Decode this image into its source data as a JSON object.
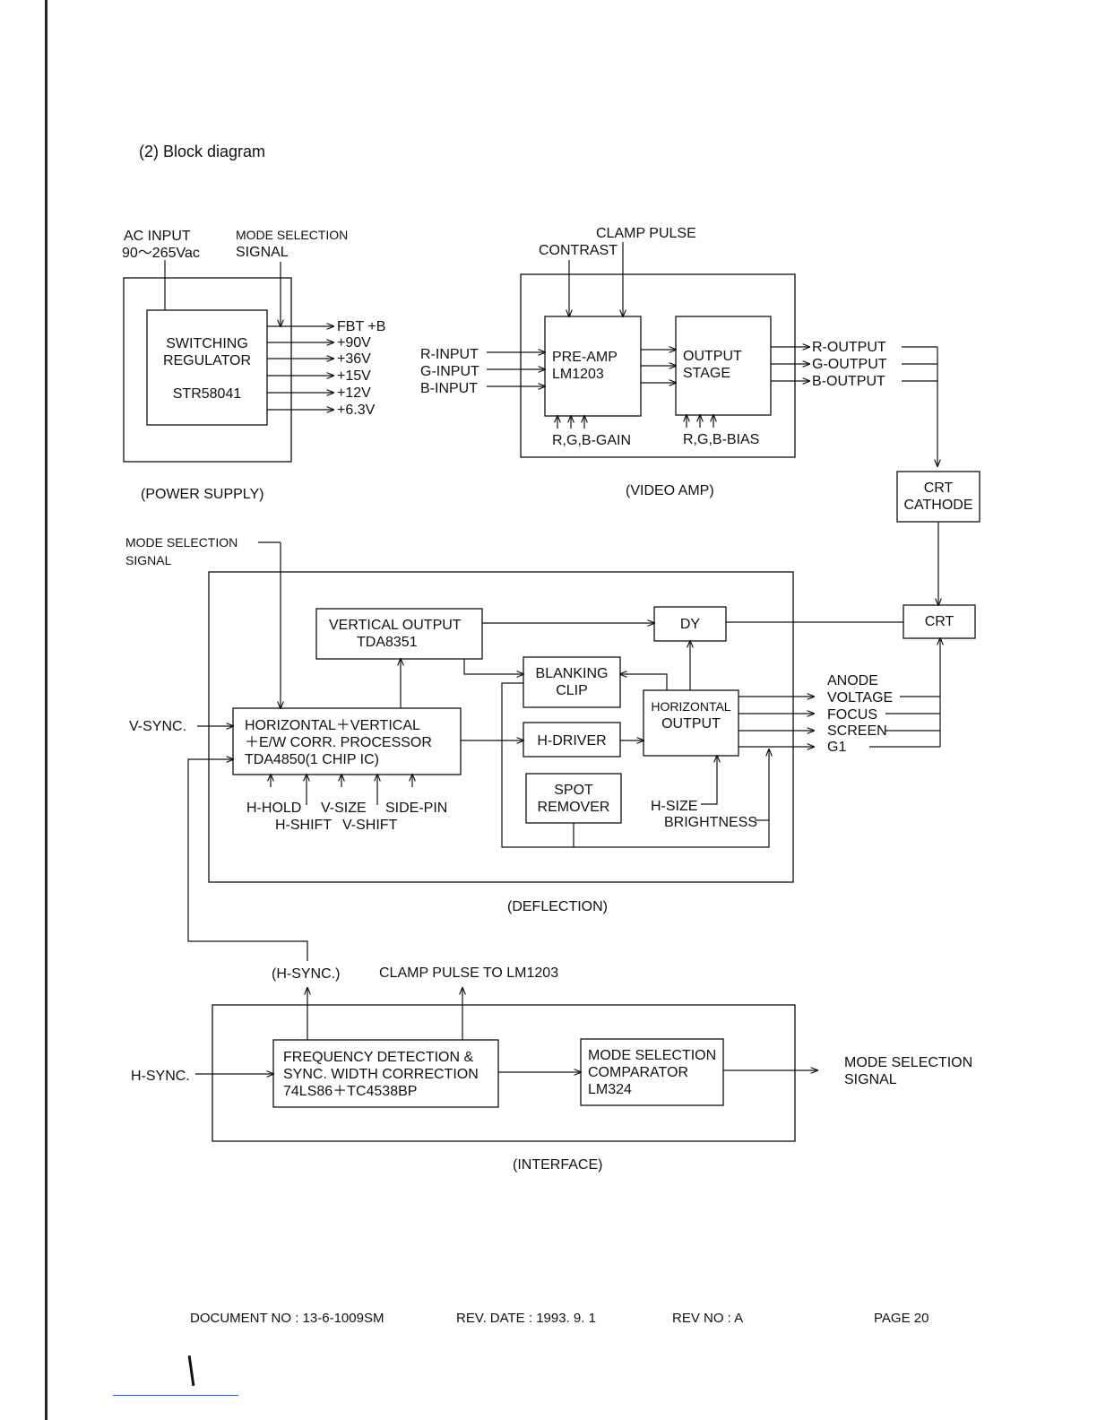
{
  "header": {
    "title": "(2) Block diagram"
  },
  "power_supply": {
    "caption": "(POWER SUPPLY)",
    "ac_input": [
      "AC INPUT",
      "90～265Vac"
    ],
    "mode_signal": [
      "MODE SELECTION",
      "SIGNAL"
    ],
    "regulator": [
      "SWITCHING",
      "REGULATOR",
      "STR58041"
    ],
    "outputs": [
      "FBT +B",
      "+90V",
      "+36V",
      "+15V",
      "+12V",
      "+6.3V"
    ]
  },
  "video_amp": {
    "caption": "(VIDEO AMP)",
    "clamp_pulse": "CLAMP PULSE",
    "contrast": "CONTRAST",
    "inputs": [
      "R-INPUT",
      "G-INPUT",
      "B-INPUT"
    ],
    "preamp": [
      "PRE-AMP",
      "LM1203"
    ],
    "output_stage": [
      "OUTPUT",
      "STAGE"
    ],
    "gain": "R,G,B-GAIN",
    "bias": "R,G,B-BIAS",
    "outputs": [
      "R-OUTPUT",
      "G-OUTPUT",
      "B-OUTPUT"
    ],
    "crt_cathode": [
      "CRT",
      "CATHODE"
    ]
  },
  "deflection": {
    "caption": "(DEFLECTION)",
    "mode_signal": [
      "MODE SELECTION",
      "SIGNAL"
    ],
    "vertical_output": [
      "VERTICAL OUTPUT",
      "TDA8351"
    ],
    "dy": "DY",
    "crt": "CRT",
    "blanking": [
      "BLANKING",
      "CLIP"
    ],
    "horizontal_output": [
      "HORIZONTAL",
      "OUTPUT"
    ],
    "v_sync": "V-SYNC.",
    "processor": [
      "HORIZONTAL＋VERTICAL",
      "＋E/W CORR. PROCESSOR",
      "TDA4850(1 CHIP IC)"
    ],
    "h_driver": "H-DRIVER",
    "spot_remover": [
      "SPOT",
      "REMOVER"
    ],
    "controls_row1": [
      "H-HOLD",
      "V-SIZE",
      "SIDE-PIN"
    ],
    "controls_row2": [
      "H-SHIFT",
      "V-SHIFT"
    ],
    "h_size": "H-SIZE",
    "brightness": "BRIGHTNESS",
    "crt_outputs": [
      "ANODE",
      "VOLTAGE",
      "FOCUS",
      "SCREEN",
      "G1"
    ]
  },
  "interface": {
    "caption": "(INTERFACE)",
    "h_sync_out": "(H-SYNC.)",
    "clamp_to_lm": "CLAMP PULSE TO LM1203",
    "h_sync_in": "H-SYNC.",
    "freq_detect": [
      "FREQUENCY DETECTION &",
      "SYNC. WIDTH CORRECTION",
      "74LS86＋TC4538BP"
    ],
    "comparator": [
      "MODE SELECTION",
      "COMPARATOR",
      "LM324"
    ],
    "mode_signal": [
      "MODE SELECTION",
      "SIGNAL"
    ]
  },
  "footer": {
    "doc_no": "DOCUMENT NO : 13-6-1009SM",
    "rev_date": "REV. DATE : 1993. 9. 1",
    "rev_no": "REV NO : A",
    "page": "PAGE 20"
  }
}
